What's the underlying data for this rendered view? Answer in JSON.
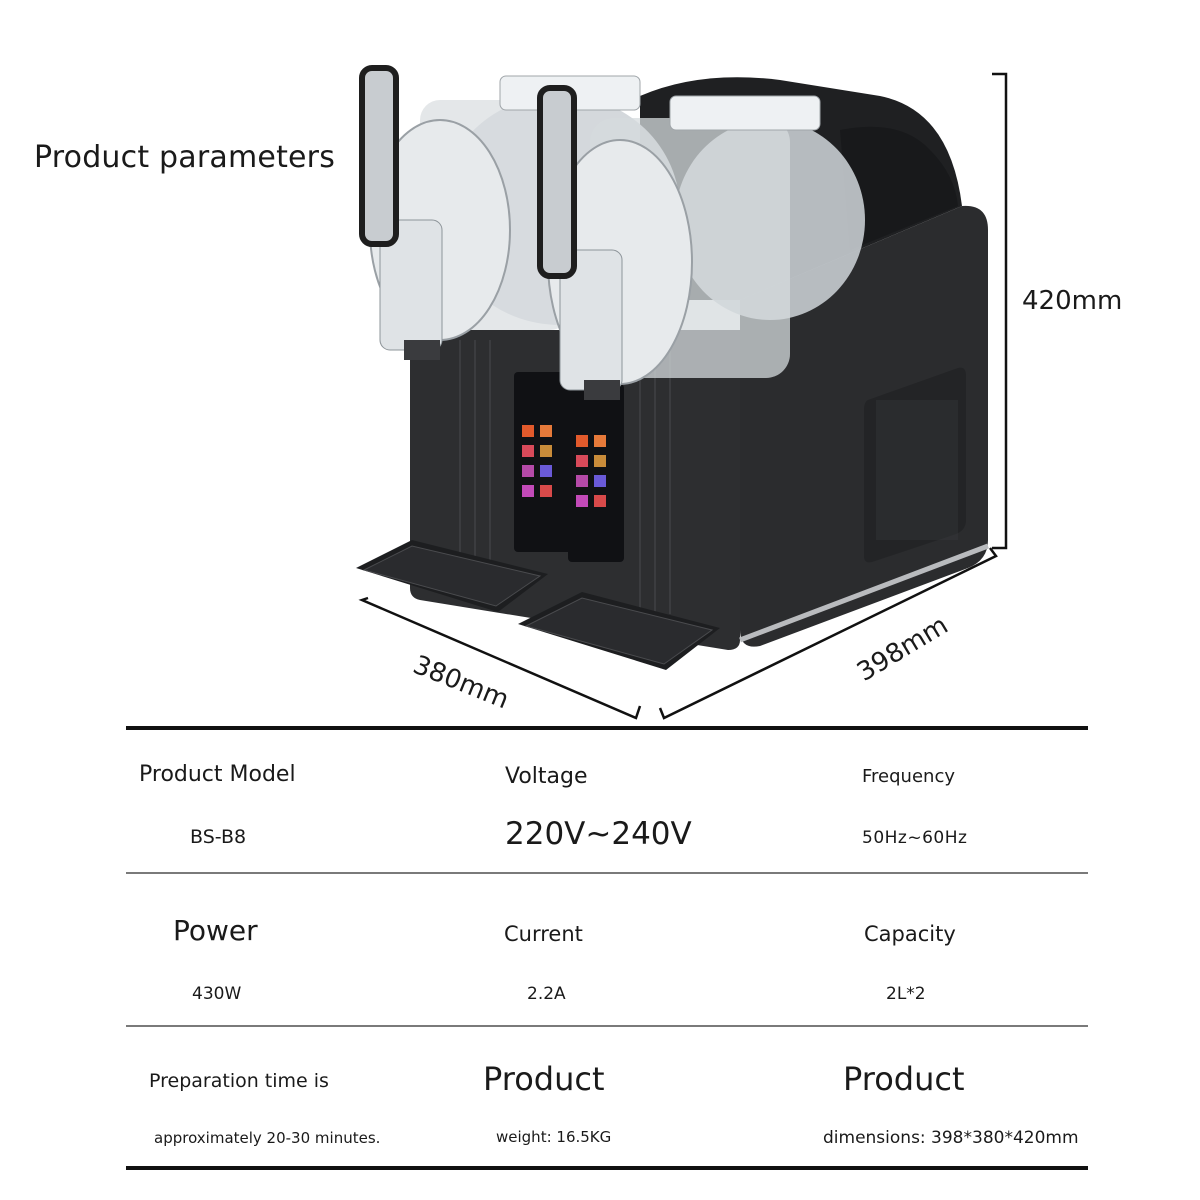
{
  "page": {
    "title": "Product parameters",
    "dimensions": {
      "height": "420mm",
      "width": "380mm",
      "depth": "398mm"
    }
  },
  "specs": {
    "model_label": "Product Model",
    "model_value": "BS-B8",
    "voltage_label": "Voltage",
    "voltage_value": "220V~240V",
    "frequency_label": "Frequency",
    "frequency_value": "50Hz~60Hz",
    "power_label": "Power",
    "power_value": "430W",
    "current_label": "Current",
    "current_value": "2.2A",
    "capacity_label": "Capacity",
    "capacity_value": "2L*2",
    "prep_label": "Preparation time is",
    "prep_value": "approximately 20-30 minutes.",
    "weight_label": "Product",
    "weight_value": "weight: 16.5KG",
    "dimensions_label": "Product",
    "dimensions_value": "dimensions: 398*380*420mm"
  },
  "colors": {
    "body": "#2b2c2e",
    "body_dark": "#1d1e20",
    "tank": "#d9dde0",
    "panel": "#101114",
    "accent": "#e25a2c"
  }
}
